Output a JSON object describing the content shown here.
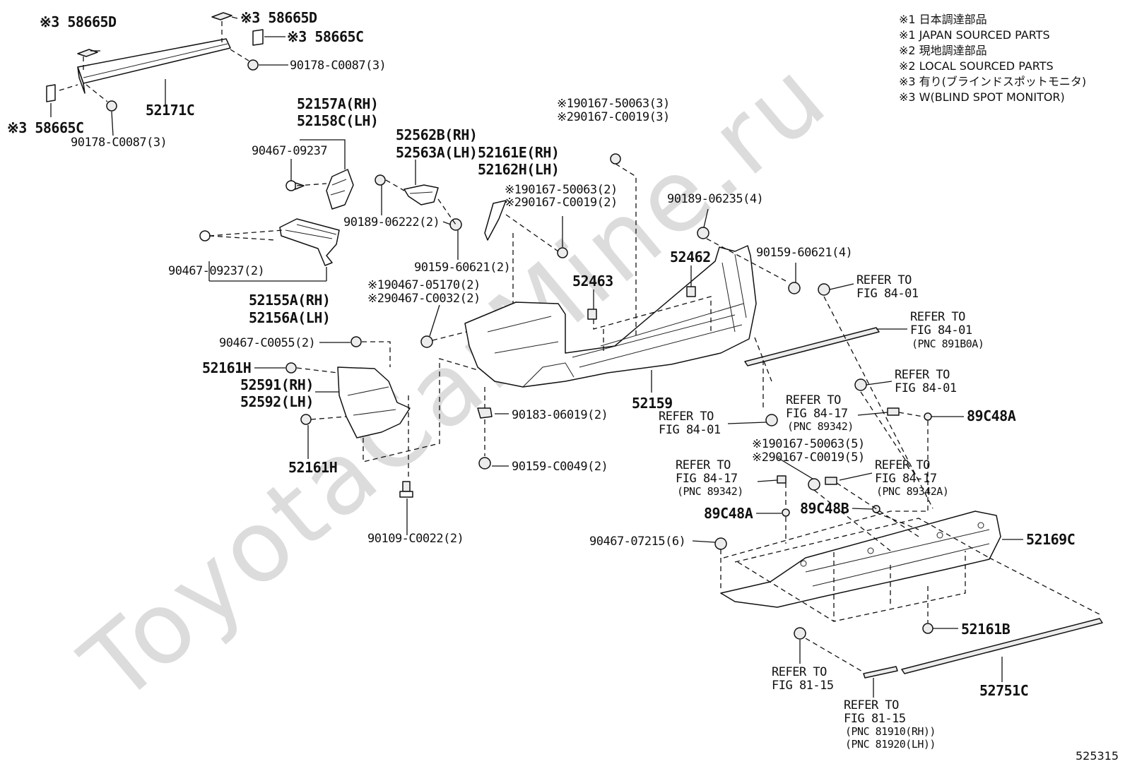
{
  "watermark": "ToyotaCarMine.ru",
  "figure_number": "525315",
  "legend": [
    "※1 日本調達部品",
    "※1 JAPAN SOURCED PARTS",
    "※2 現地調達部品",
    "※2 LOCAL SOURCED PARTS",
    "※3 有り(ブラインドスポットモニタ)",
    "※3 W(BLIND SPOT MONITOR)"
  ],
  "labels": {
    "p58665d_left": "※3 58665D",
    "p58665d_top": "※3 58665D",
    "p58665c_top": "※3 58665C",
    "p58665c_left": "※3 58665C",
    "p90178_top": "90178-C0087(3)",
    "p90178_left": "90178-C0087(3)",
    "p52171c": "52171C",
    "p52157a": "52157A(RH)",
    "p52158c": "52158C(LH)",
    "p90467_09237": "90467-09237",
    "p90467_09237_2": "90467-09237(2)",
    "p52155a": "52155A(RH)",
    "p52156a": "52156A(LH)",
    "p52562b": "52562B(RH)",
    "p52563a": "52563A(LH)",
    "p52161e": "52161E(RH)",
    "p52162h": "52162H(LH)",
    "p90189_06222": "90189-06222(2)",
    "p90159_60621_2": "90159-60621(2)",
    "p190167_3": "※190167-50063(3)",
    "p290167_3": "※290167-C0019(3)",
    "p190167_2": "※190167-50063(2)",
    "p290167_2": "※290167-C0019(2)",
    "p90189_06235": "90189-06235(4)",
    "p52462": "52462",
    "p90159_60621_4": "90159-60621(4)",
    "p52463": "52463",
    "p190467": "※190467-05170(2)",
    "p290467": "※290467-C0032(2)",
    "p90467_c0055": "90467-C0055(2)",
    "p52161h_a": "52161H",
    "p52591": "52591(RH)",
    "p52592": "52592(LH)",
    "p52161h_b": "52161H",
    "p90183": "90183-06019(2)",
    "p90159_c0049": "90159-C0049(2)",
    "p90109": "90109-C0022(2)",
    "p52159": "52159",
    "refer_8401_a_1": "REFER TO",
    "refer_8401_a_2": "FIG 84-01",
    "refer_8401_b_1": "REFER TO",
    "refer_8401_b_2": "FIG 84-01",
    "refer_8401_b_3": "(PNC 891B0A)",
    "refer_8401_c_1": "REFER TO",
    "refer_8401_c_2": "FIG 84-01",
    "refer_8401_d_1": "REFER TO",
    "refer_8401_d_2": "FIG 84-01",
    "refer_8417_a_1": "REFER TO",
    "refer_8417_a_2": "FIG 84-17",
    "refer_8417_a_3": "(PNC 89342)",
    "p89c48a_a": "89C48A",
    "p190167_5": "※190167-50063(5)",
    "p290167_5": "※290167-C0019(5)",
    "refer_8417_b_1": "REFER TO",
    "refer_8417_b_2": "FIG 84-17",
    "refer_8417_b_3": "(PNC 89342)",
    "refer_8417_c_1": "REFER TO",
    "refer_8417_c_2": "FIG 84-17",
    "refer_8417_c_3": "(PNC 89342A)",
    "p89c48a_b": "89C48A",
    "p89c48b": "89C48B",
    "p90467_07215": "90467-07215(6)",
    "p52169c": "52169C",
    "p52161b": "52161B",
    "refer_8115_a_1": "REFER TO",
    "refer_8115_a_2": "FIG 81-15",
    "p52751c": "52751C",
    "refer_8115_b_1": "REFER TO",
    "refer_8115_b_2": "FIG 81-15",
    "refer_8115_b_3": "(PNC 81910(RH))",
    "refer_8115_b_4": "(PNC 81920(LH))"
  }
}
